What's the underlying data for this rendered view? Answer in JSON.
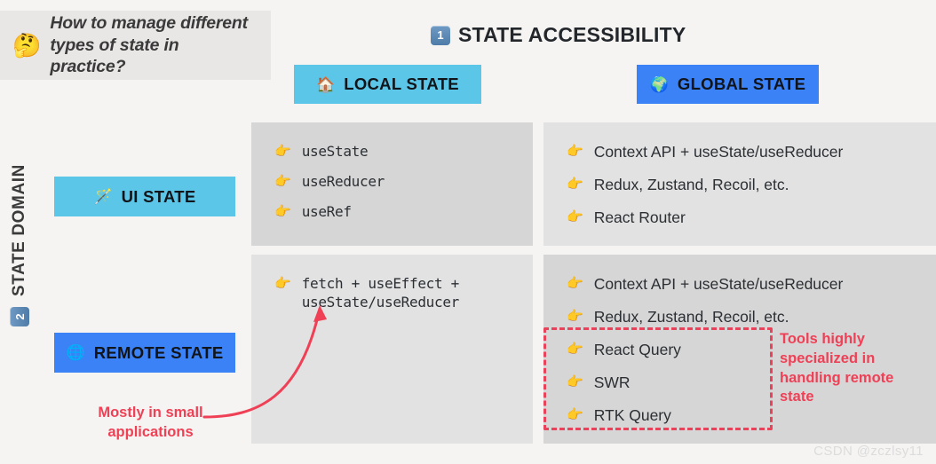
{
  "question": {
    "emoji": "🤔",
    "icon_name": "thinking-face-emoji",
    "text": "How to manage different types of state in practice?"
  },
  "header": {
    "badge": "1",
    "title": "STATE ACCESSIBILITY"
  },
  "axis": {
    "badge": "2",
    "label": "STATE DOMAIN"
  },
  "columns": [
    {
      "id": "local",
      "label": "LOCAL STATE",
      "emoji": "🏠",
      "icon_name": "house-emoji",
      "color": "#5bc6e8"
    },
    {
      "id": "global",
      "label": "GLOBAL STATE",
      "emoji": "🌍",
      "icon_name": "globe-europe-africa-emoji",
      "color": "#3b82f6"
    }
  ],
  "rows": [
    {
      "id": "ui",
      "label": "UI STATE",
      "emoji": "🪄",
      "icon_name": "magic-wand-emoji",
      "color": "#5bc6e8"
    },
    {
      "id": "remote",
      "label": "REMOTE STATE",
      "emoji": "🌐",
      "icon_name": "globe-meridians-emoji",
      "color": "#3b82f6"
    }
  ],
  "bullet": {
    "emoji": "👉",
    "icon_name": "pointing-right-emoji"
  },
  "cells": {
    "ui_local": {
      "items": [
        "useState",
        "useReducer",
        "useRef"
      ]
    },
    "ui_global": {
      "items": [
        "Context API + useState/useReducer",
        "Redux, Zustand, Recoil, etc.",
        "React Router"
      ]
    },
    "remote_local": {
      "items": [
        "fetch + useEffect + useState/useReducer"
      ]
    },
    "remote_global": {
      "items": [
        "Context API + useState/useReducer",
        "Redux, Zustand, Recoil, etc.",
        "React Query",
        "SWR",
        "RTK Query"
      ]
    }
  },
  "annotations": {
    "remote_tools": {
      "prefix": "Tools highly specialized in handling ",
      "emphasis": "remote",
      "suffix": " state",
      "color": "#ef4056"
    },
    "small_apps": {
      "text": "Mostly in small applications",
      "color": "#ef4056"
    }
  },
  "highlight": {
    "color": "#e8435a",
    "style": "dashed"
  },
  "watermark": {
    "text": "CSDN @zczlsy11"
  },
  "palette": {
    "background": "#f5f4f2",
    "question_bg": "#e8e7e5",
    "cell_dark": "#d6d6d6",
    "cell_light": "#e2e2e2",
    "accent_light_blue": "#5bc6e8",
    "accent_blue": "#3b82f6",
    "accent_red": "#ef4056"
  }
}
